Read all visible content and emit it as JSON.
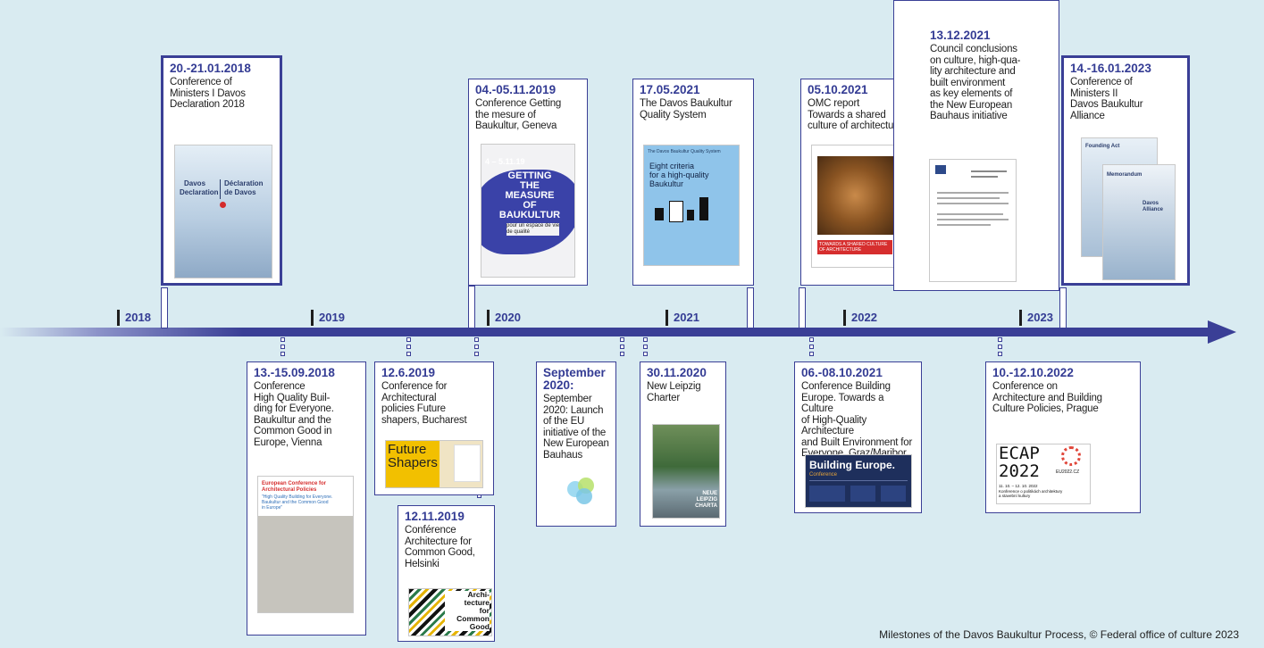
{
  "years": [
    "2018",
    "2019",
    "2020",
    "2021",
    "2022",
    "2023"
  ],
  "top_cards": [
    {
      "date": "20.-21.01.2018",
      "desc": "Conference of\nMinisters I Davos\nDeclaration 2018"
    },
    {
      "date": "04.-05.11.2019",
      "desc": "Conference Getting\nthe mesure of\nBaukultur, Geneva"
    },
    {
      "date": "17.05.2021",
      "desc": "The Davos Baukultur\nQuality System"
    },
    {
      "date": "05.10.2021",
      "desc": "OMC report\nTowards a shared\nculture of architecture"
    },
    {
      "date": "13.12.2021",
      "desc": "Council conclusions\non culture, high-qua-\nlity architecture and\nbuilt environment\nas key elements of\nthe New European\nBauhaus initiative"
    },
    {
      "date": "14.-16.01.2023",
      "desc": "Conference of\nMinisters II\nDavos Baukultur\nAlliance"
    }
  ],
  "bottom_cards": [
    {
      "date": "13.-15.09.2018",
      "desc": "Conference\nHigh Quality Buil-\nding for Everyone.\nBaukultur and the\nCommon Good in\nEurope, Vienna"
    },
    {
      "date": "12.6.2019",
      "desc": "Conference for\nArchitectural\npolicies Future\nshapers, Bucharest"
    },
    {
      "date": "12.11.2019",
      "desc": "Conférence\nArchitecture for\nCommon Good,\nHelsinki"
    },
    {
      "date": "September\n2020:",
      "desc": "September\n2020: Launch\nof the EU\ninitiative of the\nNew European\nBauhaus"
    },
    {
      "date": "30.11.2020",
      "desc": "New Leipzig\nCharter"
    },
    {
      "date": "06.-08.10.2021",
      "desc": "Conference Building\nEurope. Towards a Culture\nof High-Quality Architecture\nand Built Environment for\nEveryone, Graz/Maribor"
    },
    {
      "date": "10.-12.10.2022",
      "desc": "Conference on\nArchitecture and Building\nCulture Policies, Prague"
    }
  ],
  "thumbs": {
    "davos_left": "Davos",
    "davos_left2": "Declaration",
    "davos_right": "Déclaration",
    "davos_right2": "de Davos",
    "geneva_dates": "4 – 5.11.19",
    "geneva_title": "GETTING\nTHE\nMEASURE\nOF\nBAUKULTUR",
    "geneva_sub": "pour un espace de vie\nde qualité",
    "quality_header": "The Davos Baukultur Quality System",
    "quality_title": "Eight criteria\nfor a high-quality\nBaukultur",
    "omc_banner": "TOWARDS A SHARED CULTURE\nOF ARCHITECTURE",
    "vienna_title": "European Conference for\nArchitectural Policies",
    "vienna_sub": "\"High Quality Building for Everyone.\nBaukultur and the Common Good\nin Europe\"",
    "future_1": "Future",
    "future_2": "Shapers",
    "helsinki": "Archi-\ntecture\nfor\nCommon\nGood",
    "leipzig": "NEUE\nLEIPZIG\nCHARTA",
    "building_europe": "Building Europe.",
    "building_conf": "Conference",
    "ecap_1": "ECAP",
    "ecap_2": "2022",
    "ecap_url": "EU2022.CZ",
    "ecap_sub": "11. 10. – 12. 10. 2022\nKonference o politikách architektury\na stavební kultury",
    "alliance_1": "Founding Act",
    "alliance_2": "Memorandum",
    "alliance_3": "Davos\nAlliance"
  },
  "caption": "Milestones of the Davos Baukultur Process, © Federal office of culture 2023",
  "colors": {
    "navy": "#3a3f96",
    "background": "#d9ebf1",
    "date": "#343c94"
  }
}
